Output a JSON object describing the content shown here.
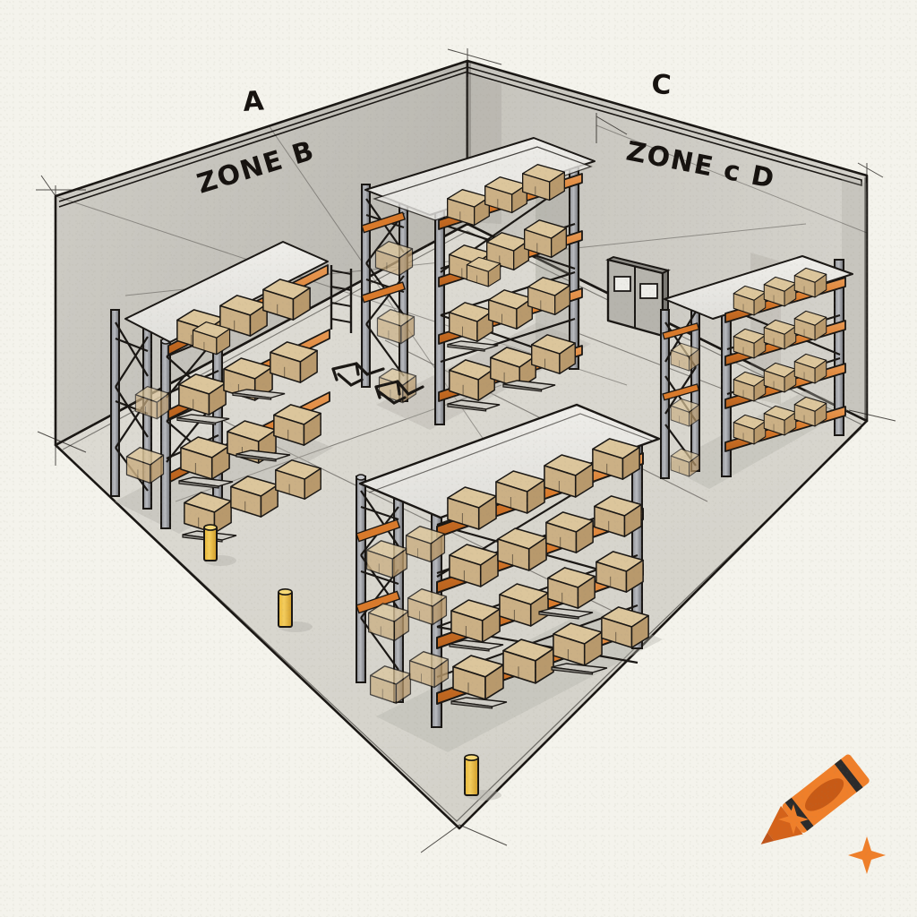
{
  "scene": {
    "title": "Warehouse Storage Layout Sketch",
    "medium": "hand-drawn isometric line sketch",
    "background_color": "#f4f3ec",
    "floor_color": "#dbdad3",
    "wall_color": "#c9c7c0",
    "ink_color": "#1a1714"
  },
  "labels": {
    "corner_a": "A",
    "corner_c": "C",
    "zone_b": "ZONE B",
    "zone_cd": "ZONE c D"
  },
  "palette": {
    "beam_orange": "#d97a2b",
    "beam_orange_light": "#e79a55",
    "upright_gray": "#6f7176",
    "upright_light": "#a9abb0",
    "box_top": "#dcc69c",
    "box_face": "#cbb085",
    "box_side": "#b8996c",
    "bollard_yellow": "#f0c243",
    "bollard_shade": "#d9a62f",
    "shadow": "#b4b2ab",
    "crayon_orange": "#ef7f2a",
    "crayon_dark": "#c75a16",
    "crayon_band": "#2b2b2b"
  },
  "structures": [
    {
      "id": "rack-left-zone-b",
      "name": "Left pallet rack (Zone B)",
      "levels": 3,
      "bays": 2
    },
    {
      "id": "rack-center-rear",
      "name": "Center rear pallet rack",
      "levels": 4,
      "bays": 2
    },
    {
      "id": "rack-foreground",
      "name": "Foreground pallet rack",
      "levels": 4,
      "bays": 2
    },
    {
      "id": "rack-right-zone-d",
      "name": "Right pallet rack (Zone D)",
      "levels": 4,
      "bays": 2
    }
  ],
  "fixtures": {
    "door_label": "double swing door",
    "ladder_label": "wall ladder",
    "bollard_count": 3,
    "pallet_jack_count": 2
  },
  "watermark": {
    "name": "crayon-logo",
    "sparkle_count": 2
  }
}
